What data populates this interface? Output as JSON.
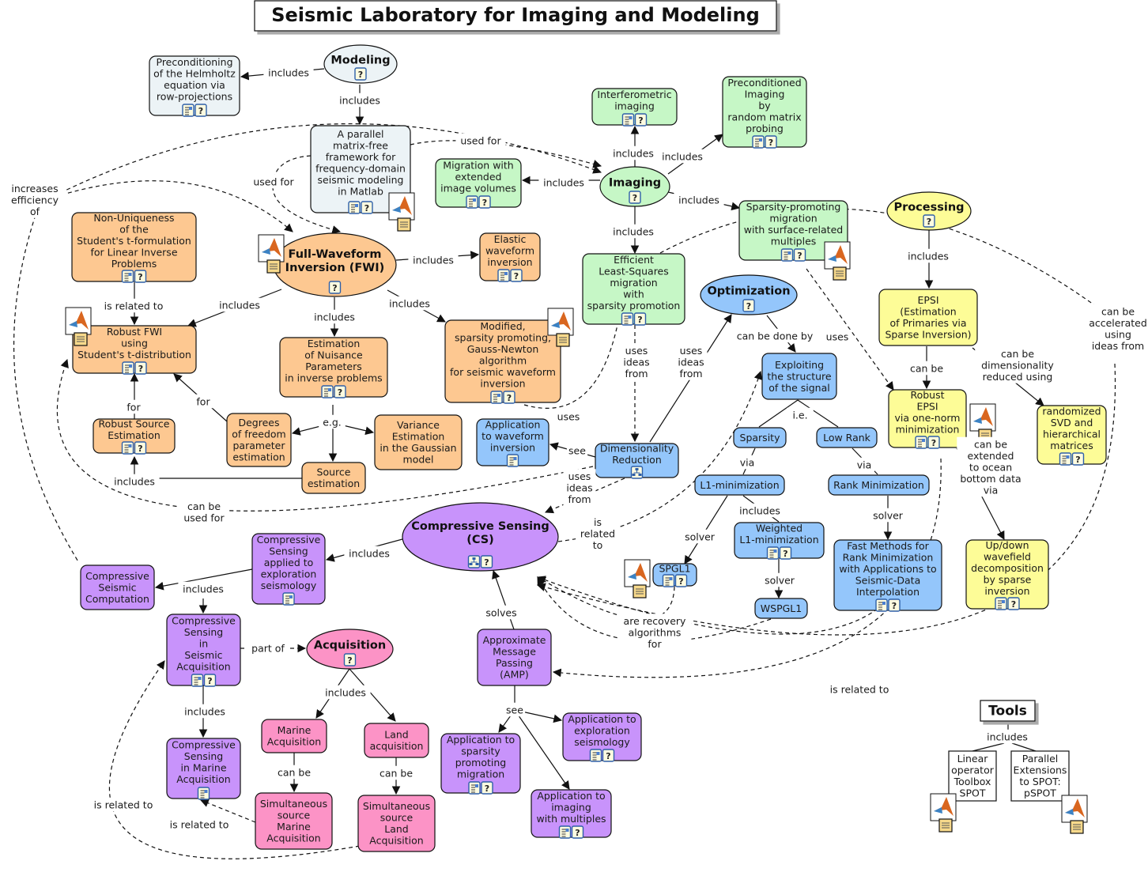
{
  "title": "Seismic Laboratory for Imaging and Modeling",
  "colors": {
    "modeling": "#ecf3f6",
    "imaging": "#c6f7c6",
    "fwi": "#fdc891",
    "optimization": "#94c6fb",
    "processing": "#fdfc97",
    "cs": "#c893fb",
    "acquisition": "#fc93c6",
    "tools": "#ffffff"
  },
  "icons": {
    "doc": "document-image-icon",
    "help": "help-document-icon",
    "matlab": "matlab-logo-icon",
    "concept_map": "concept-map-icon"
  },
  "nodes": [
    {
      "id": "modeling",
      "shape": "ellipse",
      "group": "modeling",
      "bold": true,
      "lines": [
        "Modeling"
      ],
      "icons": [
        "help"
      ]
    },
    {
      "id": "helmholtz",
      "shape": "rect",
      "group": "modeling",
      "lines": [
        "Preconditioning",
        "of the Helmholtz",
        "equation via",
        "row-projections"
      ],
      "icons": [
        "doc",
        "help"
      ]
    },
    {
      "id": "parallel",
      "shape": "rect",
      "group": "modeling",
      "lines": [
        "A parallel",
        "matrix-free",
        "framework for",
        "frequency-domain",
        "seismic modeling",
        "in Matlab"
      ],
      "icons": [
        "doc",
        "help"
      ],
      "matlab": true
    },
    {
      "id": "imaging",
      "shape": "ellipse",
      "group": "imaging",
      "bold": true,
      "lines": [
        "Imaging"
      ],
      "icons": [
        "help"
      ]
    },
    {
      "id": "interferometric",
      "shape": "rect",
      "group": "imaging",
      "lines": [
        "Interferometric",
        "imaging"
      ],
      "icons": [
        "doc",
        "help"
      ]
    },
    {
      "id": "precond_imaging",
      "shape": "rect",
      "group": "imaging",
      "lines": [
        "Preconditioned",
        "Imaging",
        "by",
        "random matrix",
        "probing"
      ],
      "icons": [
        "doc",
        "help"
      ]
    },
    {
      "id": "migration_ext",
      "shape": "rect",
      "group": "imaging",
      "lines": [
        "Migration with",
        "extended",
        "image volumes"
      ],
      "icons": [
        "doc",
        "help"
      ]
    },
    {
      "id": "sparsity_mig",
      "shape": "rect",
      "group": "imaging",
      "lines": [
        "Sparsity-promoting",
        "migration",
        "with surface-related",
        "multiples"
      ],
      "icons": [
        "doc",
        "help"
      ],
      "matlab": true
    },
    {
      "id": "lsm",
      "shape": "rect",
      "group": "imaging",
      "lines": [
        "Efficient",
        "Least-Squares",
        "migration",
        "with",
        "sparsity promotion"
      ],
      "icons": [
        "doc",
        "help"
      ]
    },
    {
      "id": "fwi",
      "shape": "ellipse",
      "group": "fwi",
      "bold": true,
      "lines": [
        "Full-Waveform",
        "Inversion (FWI)"
      ],
      "icons": [
        "help"
      ],
      "matlab": true
    },
    {
      "id": "nonuniq",
      "shape": "rect",
      "group": "fwi",
      "lines": [
        "Non-Uniqueness",
        "of the",
        "Student's t-formulation",
        "for Linear Inverse",
        "Problems"
      ],
      "icons": [
        "doc",
        "help"
      ]
    },
    {
      "id": "robust_fwi",
      "shape": "rect",
      "group": "fwi",
      "lines": [
        "Robust FWI",
        "using",
        "Student's t-distribution"
      ],
      "icons": [
        "doc",
        "help"
      ],
      "matlab": true
    },
    {
      "id": "elastic",
      "shape": "rect",
      "group": "fwi",
      "lines": [
        "Elastic",
        "waveform",
        "inversion"
      ],
      "icons": [
        "doc",
        "help"
      ]
    },
    {
      "id": "gauss_newton",
      "shape": "rect",
      "group": "fwi",
      "lines": [
        "Modified,",
        "sparsity promoting,",
        "Gauss-Newton",
        "algorithm",
        "for seismic waveform",
        "inversion"
      ],
      "icons": [
        "doc",
        "help"
      ],
      "matlab": true
    },
    {
      "id": "nuisance",
      "shape": "rect",
      "group": "fwi",
      "lines": [
        "Estimation",
        "of Nuisance",
        "Parameters",
        "in inverse problems"
      ],
      "icons": [
        "doc",
        "help"
      ]
    },
    {
      "id": "robust_source",
      "shape": "rect",
      "group": "fwi",
      "lines": [
        "Robust Source",
        "Estimation"
      ],
      "icons": [
        "doc",
        "help"
      ]
    },
    {
      "id": "dof",
      "shape": "rect",
      "group": "fwi",
      "lines": [
        "Degrees",
        "of freedom",
        "parameter",
        "estimation"
      ],
      "icons": []
    },
    {
      "id": "variance",
      "shape": "rect",
      "group": "fwi",
      "lines": [
        "Variance",
        "Estimation",
        "in the Gaussian",
        "model"
      ],
      "icons": []
    },
    {
      "id": "source_est",
      "shape": "rect",
      "group": "fwi",
      "lines": [
        "Source",
        "estimation"
      ],
      "icons": []
    },
    {
      "id": "optimization",
      "shape": "ellipse",
      "group": "optimization",
      "bold": true,
      "lines": [
        "Optimization"
      ],
      "icons": [
        "help"
      ]
    },
    {
      "id": "exploiting",
      "shape": "rect",
      "group": "optimization",
      "lines": [
        "Exploiting",
        "the structure",
        "of the signal"
      ],
      "icons": []
    },
    {
      "id": "sparsity",
      "shape": "rect",
      "group": "optimization",
      "lines": [
        "Sparsity"
      ],
      "icons": []
    },
    {
      "id": "lowrank",
      "shape": "rect",
      "group": "optimization",
      "lines": [
        "Low Rank"
      ],
      "icons": []
    },
    {
      "id": "l1min",
      "shape": "rect",
      "group": "optimization",
      "lines": [
        "L1-minimization"
      ],
      "icons": []
    },
    {
      "id": "rankmin",
      "shape": "rect",
      "group": "optimization",
      "lines": [
        "Rank Minimization"
      ],
      "icons": []
    },
    {
      "id": "weighted_l1",
      "shape": "rect",
      "group": "optimization",
      "lines": [
        "Weighted",
        "L1-minimization"
      ],
      "icons": [
        "doc",
        "help"
      ]
    },
    {
      "id": "spgl1",
      "shape": "rect",
      "group": "optimization",
      "lines": [
        "SPGL1"
      ],
      "icons": [
        "doc",
        "help"
      ],
      "matlab": true
    },
    {
      "id": "wspgl1",
      "shape": "rect",
      "group": "optimization",
      "lines": [
        "WSPGL1"
      ],
      "icons": []
    },
    {
      "id": "fast_rank",
      "shape": "rect",
      "group": "optimization",
      "lines": [
        "Fast Methods for",
        "Rank Minimization",
        "with Applications to",
        "Seismic-Data",
        "Interpolation"
      ],
      "icons": [
        "doc",
        "help"
      ]
    },
    {
      "id": "dimred",
      "shape": "rect",
      "group": "optimization",
      "lines": [
        "Dimensionality",
        "Reduction"
      ],
      "icons": [
        "concept_map"
      ]
    },
    {
      "id": "app_fwi",
      "shape": "rect",
      "group": "optimization",
      "lines": [
        "Application",
        "to waveform",
        "inversion"
      ],
      "icons": [
        "doc"
      ]
    },
    {
      "id": "processing",
      "shape": "ellipse",
      "group": "processing",
      "bold": true,
      "lines": [
        "Processing"
      ],
      "icons": [
        "help"
      ]
    },
    {
      "id": "epsi",
      "shape": "rect",
      "group": "processing",
      "lines": [
        "EPSI",
        "(Estimation",
        "of Primaries via",
        "Sparse Inversion)"
      ],
      "icons": []
    },
    {
      "id": "robust_epsi",
      "shape": "rect",
      "group": "processing",
      "lines": [
        "Robust",
        "EPSI",
        "via one-norm",
        "minimization"
      ],
      "icons": [
        "doc",
        "help"
      ],
      "matlab": true
    },
    {
      "id": "rsvd",
      "shape": "rect",
      "group": "processing",
      "lines": [
        "randomized",
        "SVD and",
        "hierarchical",
        "matrices"
      ],
      "icons": [
        "doc",
        "help"
      ]
    },
    {
      "id": "updown",
      "shape": "rect",
      "group": "processing",
      "lines": [
        "Up/down",
        "wavefield",
        "decomposition",
        "by sparse",
        "inversion"
      ],
      "icons": [
        "doc",
        "help"
      ]
    },
    {
      "id": "cs",
      "shape": "ellipse",
      "group": "cs",
      "bold": true,
      "lines": [
        "Compressive Sensing",
        "(CS)"
      ],
      "icons": [
        "concept_map",
        "help"
      ]
    },
    {
      "id": "cs_explo",
      "shape": "rect",
      "group": "cs",
      "lines": [
        "Compressive",
        "Sensing",
        "applied to",
        "exploration",
        "seismology"
      ],
      "icons": [
        "doc"
      ]
    },
    {
      "id": "cs_comp",
      "shape": "rect",
      "group": "cs",
      "lines": [
        "Compressive",
        "Seismic",
        "Computation"
      ],
      "icons": []
    },
    {
      "id": "cs_acq",
      "shape": "rect",
      "group": "cs",
      "lines": [
        "Compressive",
        "Sensing",
        "in",
        "Seismic",
        "Acquisition"
      ],
      "icons": [
        "doc",
        "help"
      ]
    },
    {
      "id": "cs_marine",
      "shape": "rect",
      "group": "cs",
      "lines": [
        "Compressive",
        "Sensing",
        "in Marine",
        "Acquisition"
      ],
      "icons": [
        "doc"
      ]
    },
    {
      "id": "amp",
      "shape": "rect",
      "group": "cs",
      "lines": [
        "Approximate",
        "Message",
        "Passing",
        "(AMP)"
      ],
      "icons": []
    },
    {
      "id": "app_sparsity_mig",
      "shape": "rect",
      "group": "cs",
      "lines": [
        "Application to",
        "sparsity",
        "promoting",
        "migration"
      ],
      "icons": [
        "doc",
        "help"
      ]
    },
    {
      "id": "app_explo",
      "shape": "rect",
      "group": "cs",
      "lines": [
        "Application to",
        "exploration",
        "seismology"
      ],
      "icons": [
        "doc",
        "help"
      ]
    },
    {
      "id": "app_multiples",
      "shape": "rect",
      "group": "cs",
      "lines": [
        "Application to",
        "imaging",
        "with multiples"
      ],
      "icons": [
        "doc",
        "help"
      ]
    },
    {
      "id": "acquisition",
      "shape": "ellipse",
      "group": "acquisition",
      "bold": true,
      "lines": [
        "Acquisition"
      ],
      "icons": [
        "help"
      ]
    },
    {
      "id": "marine_acq",
      "shape": "rect",
      "group": "acquisition",
      "lines": [
        "Marine",
        "Acquisition"
      ],
      "icons": []
    },
    {
      "id": "land_acq",
      "shape": "rect",
      "group": "acquisition",
      "lines": [
        "Land",
        "acquisition"
      ],
      "icons": []
    },
    {
      "id": "sim_marine",
      "shape": "rect",
      "group": "acquisition",
      "lines": [
        "Simultaneous",
        "source",
        "Marine",
        "Acquisition"
      ],
      "icons": []
    },
    {
      "id": "sim_land",
      "shape": "rect",
      "group": "acquisition",
      "lines": [
        "Simultaneous",
        "source",
        "Land",
        "Acquisition"
      ],
      "icons": []
    },
    {
      "id": "tools",
      "shape": "title",
      "group": "tools",
      "bold": true,
      "lines": [
        "Tools"
      ],
      "icons": []
    },
    {
      "id": "spot",
      "shape": "square",
      "group": "tools",
      "lines": [
        "Linear",
        "operator",
        "Toolbox",
        "SPOT"
      ],
      "icons": [],
      "matlab": true
    },
    {
      "id": "pspot",
      "shape": "square",
      "group": "tools",
      "lines": [
        "Parallel",
        "Extensions",
        "to SPOT:",
        "pSPOT"
      ],
      "icons": [],
      "matlab": true
    }
  ],
  "link_labels": [
    {
      "id": "l_model_helm",
      "lines": [
        "includes"
      ]
    },
    {
      "id": "l_model_par",
      "lines": [
        "includes"
      ]
    },
    {
      "id": "l_par_fwi",
      "lines": [
        "used for"
      ]
    },
    {
      "id": "l_par_img",
      "lines": [
        "used for"
      ]
    },
    {
      "id": "l_incr",
      "lines": [
        "increases",
        "efficiency",
        "of"
      ]
    },
    {
      "id": "l_img_inter",
      "lines": [
        "includes"
      ]
    },
    {
      "id": "l_img_prec",
      "lines": [
        "includes"
      ]
    },
    {
      "id": "l_img_mig",
      "lines": [
        "includes"
      ]
    },
    {
      "id": "l_img_spm",
      "lines": [
        "includes"
      ]
    },
    {
      "id": "l_img_lsm",
      "lines": [
        "includes"
      ]
    },
    {
      "id": "l_fwi_elastic",
      "lines": [
        "includes"
      ]
    },
    {
      "id": "l_fwi_robust",
      "lines": [
        "includes"
      ]
    },
    {
      "id": "l_fwi_nuis",
      "lines": [
        "includes"
      ]
    },
    {
      "id": "l_fwi_gn",
      "lines": [
        "includes"
      ]
    },
    {
      "id": "l_nonuniq",
      "lines": [
        "is related to"
      ]
    },
    {
      "id": "l_rs_for",
      "lines": [
        "for"
      ]
    },
    {
      "id": "l_dof_for",
      "lines": [
        "for"
      ]
    },
    {
      "id": "l_eg",
      "lines": [
        "e.g."
      ]
    },
    {
      "id": "l_src_inc",
      "lines": [
        "includes"
      ]
    },
    {
      "id": "l_gn_uses",
      "lines": [
        "uses"
      ]
    },
    {
      "id": "l_lsm_uses",
      "lines": [
        "uses",
        "ideas",
        "from"
      ]
    },
    {
      "id": "l_dim_opt",
      "lines": [
        "uses",
        "ideas",
        "from"
      ]
    },
    {
      "id": "l_opt_done",
      "lines": [
        "can be done by"
      ]
    },
    {
      "id": "l_ie",
      "lines": [
        "i.e."
      ]
    },
    {
      "id": "l_via1",
      "lines": [
        "via"
      ]
    },
    {
      "id": "l_via2",
      "lines": [
        "via"
      ]
    },
    {
      "id": "l_l1_inc",
      "lines": [
        "includes"
      ]
    },
    {
      "id": "l_solver1",
      "lines": [
        "solver"
      ]
    },
    {
      "id": "l_solver2",
      "lines": [
        "solver"
      ]
    },
    {
      "id": "l_solver3",
      "lines": [
        "solver"
      ]
    },
    {
      "id": "l_dim_see",
      "lines": [
        "see"
      ]
    },
    {
      "id": "l_dim_cs",
      "lines": [
        "uses",
        "ideas",
        "from"
      ]
    },
    {
      "id": "l_cs_rel",
      "lines": [
        "is",
        "related",
        "to"
      ]
    },
    {
      "id": "l_recovery",
      "lines": [
        "are recovery",
        "algorithms",
        "for"
      ]
    },
    {
      "id": "l_isrel_big",
      "lines": [
        "is related to"
      ]
    },
    {
      "id": "l_spm_uses",
      "lines": [
        "uses"
      ]
    },
    {
      "id": "l_proc_inc",
      "lines": [
        "includes"
      ]
    },
    {
      "id": "l_epsi_canbe",
      "lines": [
        "can be"
      ]
    },
    {
      "id": "l_epsi_dim",
      "lines": [
        "can be",
        "dimensionality",
        "reduced using"
      ]
    },
    {
      "id": "l_repsi_ext",
      "lines": [
        "can be",
        "extended",
        "to ocean",
        "bottom data",
        "via"
      ]
    },
    {
      "id": "l_accel",
      "lines": [
        "can be",
        "accelerated",
        "using",
        "ideas from"
      ]
    },
    {
      "id": "l_canbeused",
      "lines": [
        "can be",
        "used for"
      ]
    },
    {
      "id": "l_cs_inc",
      "lines": [
        "includes"
      ]
    },
    {
      "id": "l_csx_inc",
      "lines": [
        "includes"
      ]
    },
    {
      "id": "l_partof",
      "lines": [
        "part of"
      ]
    },
    {
      "id": "l_acq_inc",
      "lines": [
        "includes"
      ]
    },
    {
      "id": "l_csacq_inc",
      "lines": [
        "includes"
      ]
    },
    {
      "id": "l_marine_canbe",
      "lines": [
        "can be"
      ]
    },
    {
      "id": "l_land_canbe",
      "lines": [
        "can be"
      ]
    },
    {
      "id": "l_sim_rel",
      "lines": [
        "is related to"
      ]
    },
    {
      "id": "l_isrel_left",
      "lines": [
        "is related to"
      ]
    },
    {
      "id": "l_amp_solves",
      "lines": [
        "solves"
      ]
    },
    {
      "id": "l_amp_see",
      "lines": [
        "see"
      ]
    },
    {
      "id": "l_tools_inc",
      "lines": [
        "includes"
      ]
    }
  ]
}
